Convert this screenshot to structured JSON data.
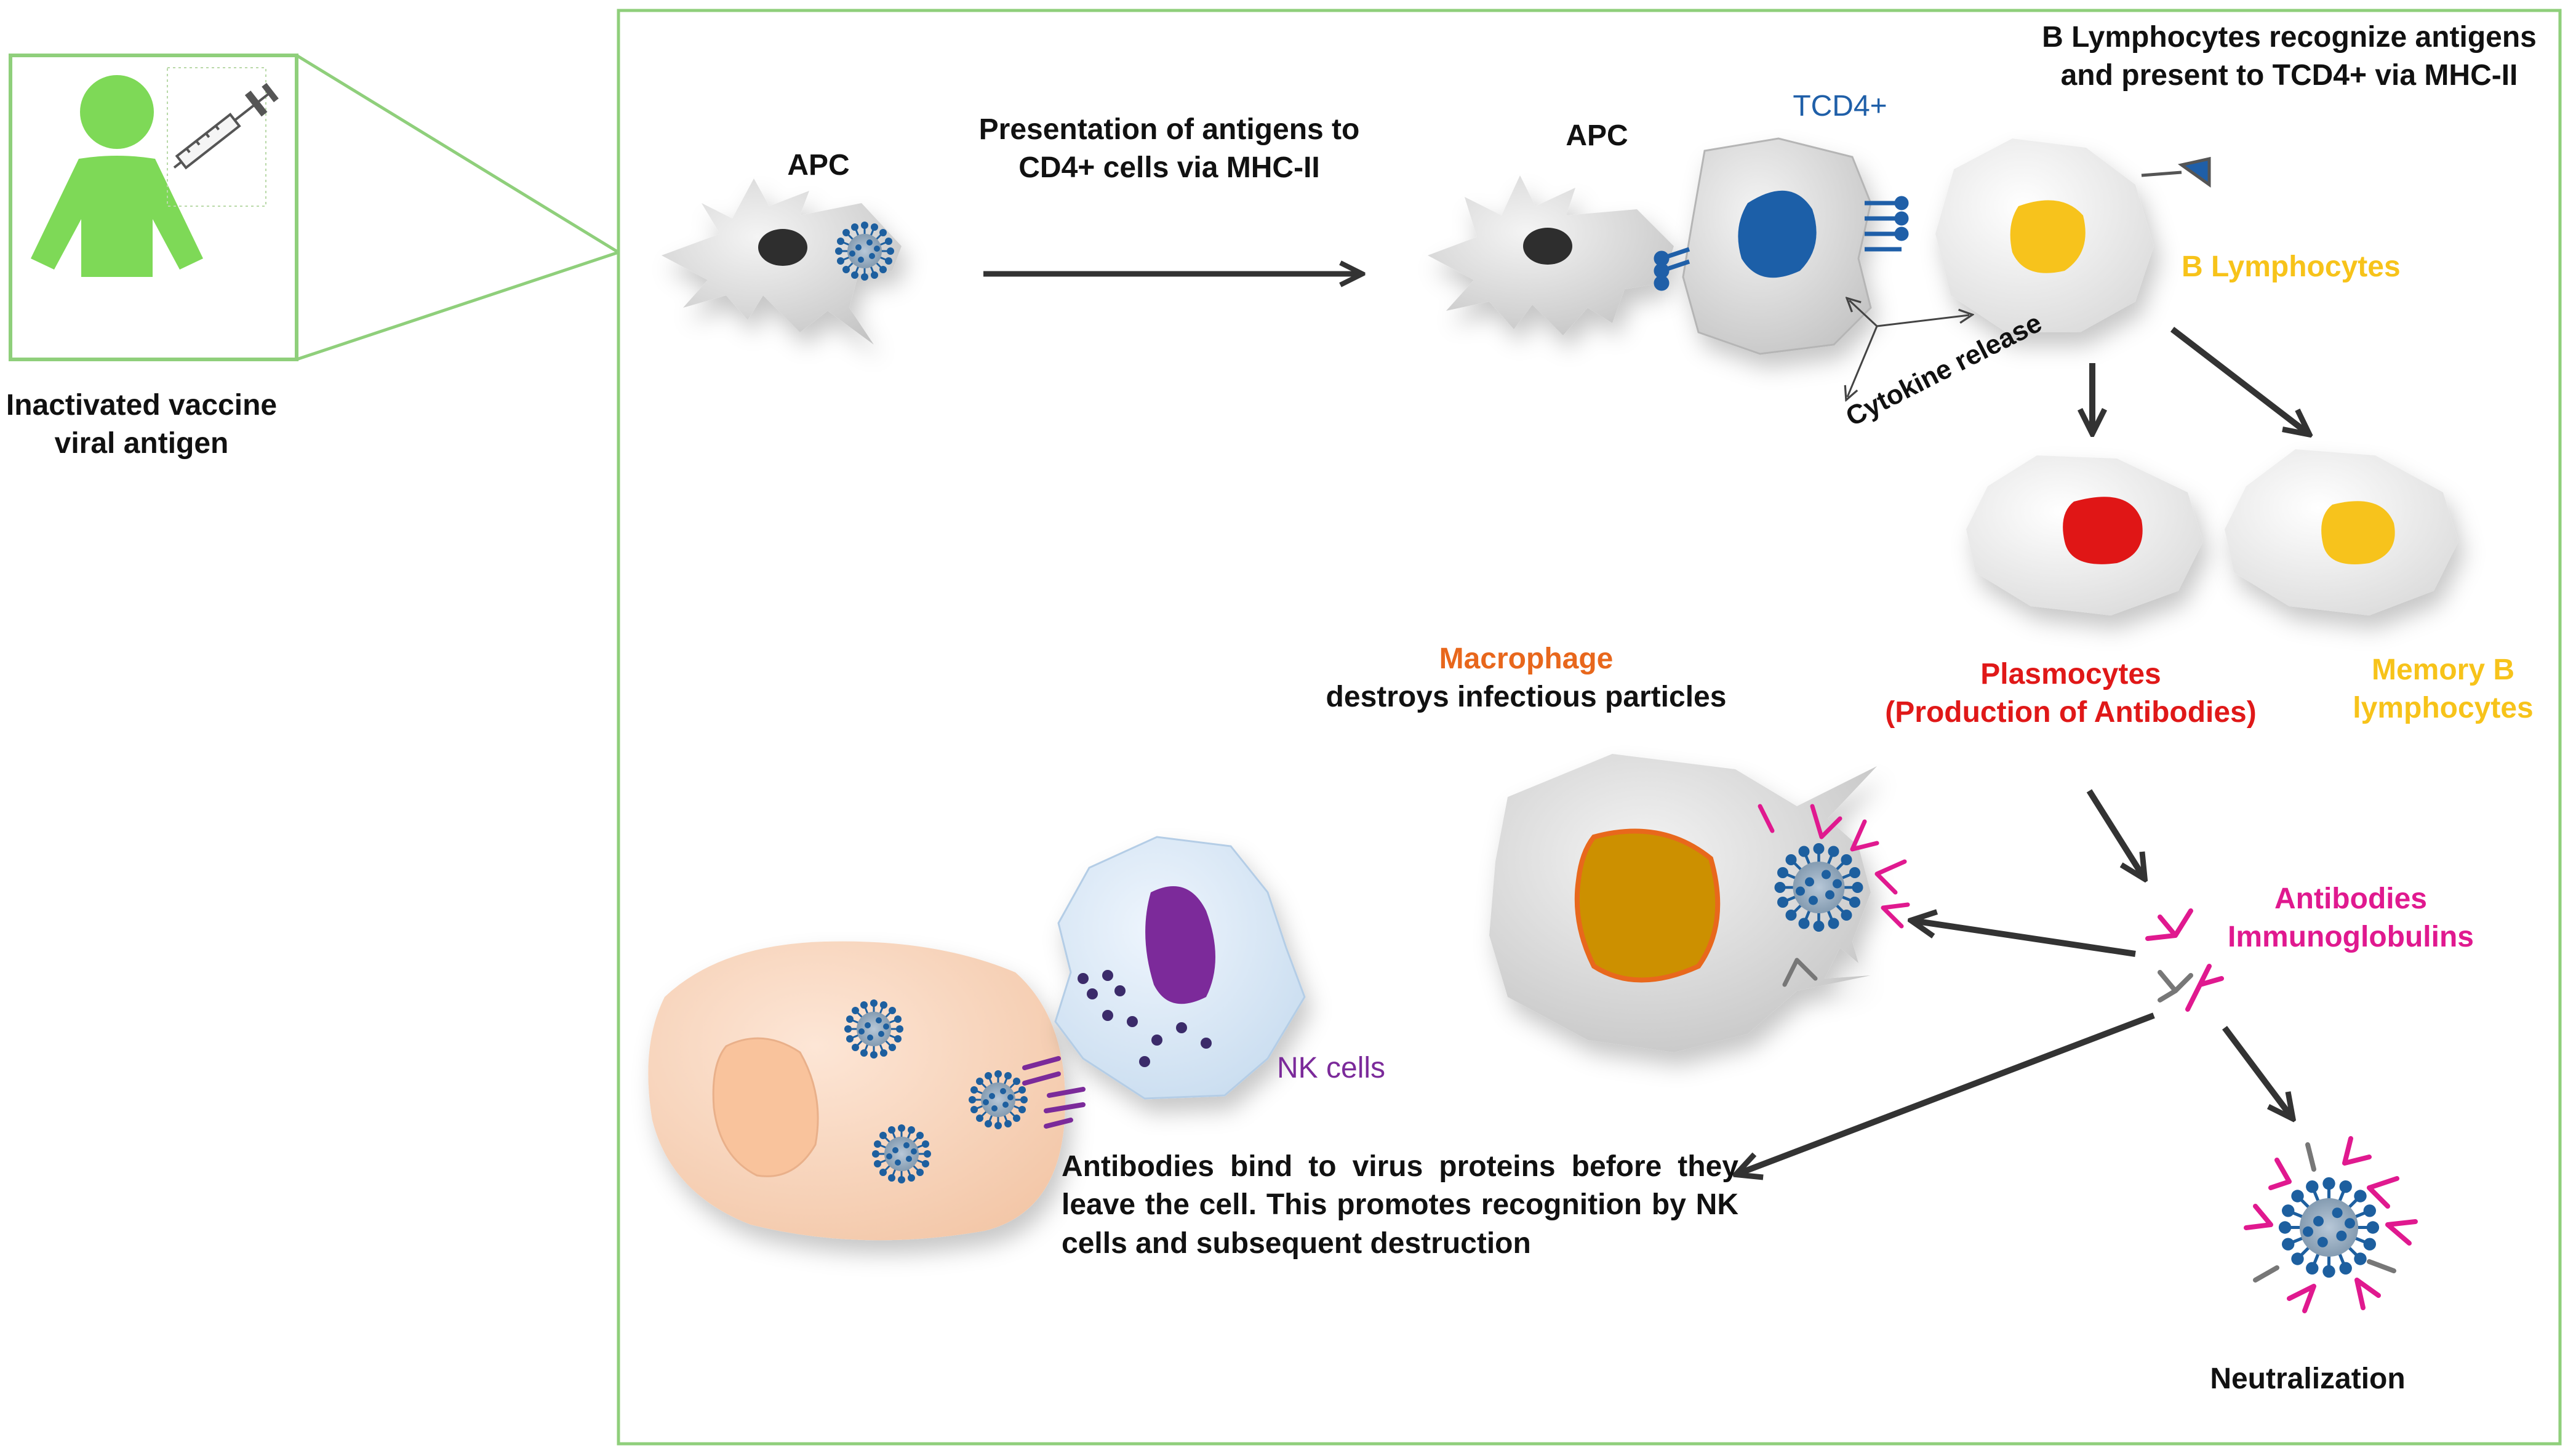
{
  "labels": {
    "vaccine_line1": "Inactivated vaccine",
    "vaccine_line2": "viral antigen",
    "apc_left": "APC",
    "presentation_line1": "Presentation of antigens to",
    "presentation_line2": "CD4+ cells via MHC-II",
    "apc_right": "APC",
    "tcd4": "TCD4+",
    "b_recognize_line1": "B Lymphocytes recognize antigens",
    "b_recognize_line2": "and present to TCD4+ via MHC-II",
    "b_lymphocytes": "B Lymphocytes",
    "cytokine": "Cytokine release",
    "plasmocytes_line1": "Plasmocytes",
    "plasmocytes_line2": "(Production of Antibodies)",
    "memory_line1": "Memory B",
    "memory_line2": "lymphocytes",
    "macrophage": "Macrophage",
    "macrophage_desc": "destroys infectious particles",
    "antibodies_line1": "Antibodies",
    "antibodies_line2": "Immunoglobulins",
    "nk_cells": "NK cells",
    "nk_desc": "Antibodies bind to virus proteins before they leave the cell. This promotes recognition by NK cells and subsequent destruction",
    "neutralization": "Neutralization"
  },
  "colors": {
    "frame_green": "#8fcf7b",
    "person_green": "#7ed957",
    "tcd4_blue": "#1f5fa8",
    "b_lymph_yellow": "#f7c31a",
    "plasmocyte_red": "#e01818",
    "macrophage_orange": "#e8671c",
    "antibody_magenta": "#e0198f",
    "nk_purple": "#7b2a9a",
    "virus_blue": "#1d5f9f",
    "arrow": "#333333"
  },
  "icons": [
    "person-icon",
    "syringe-icon",
    "virus-particle-icon",
    "antibody-icon"
  ]
}
